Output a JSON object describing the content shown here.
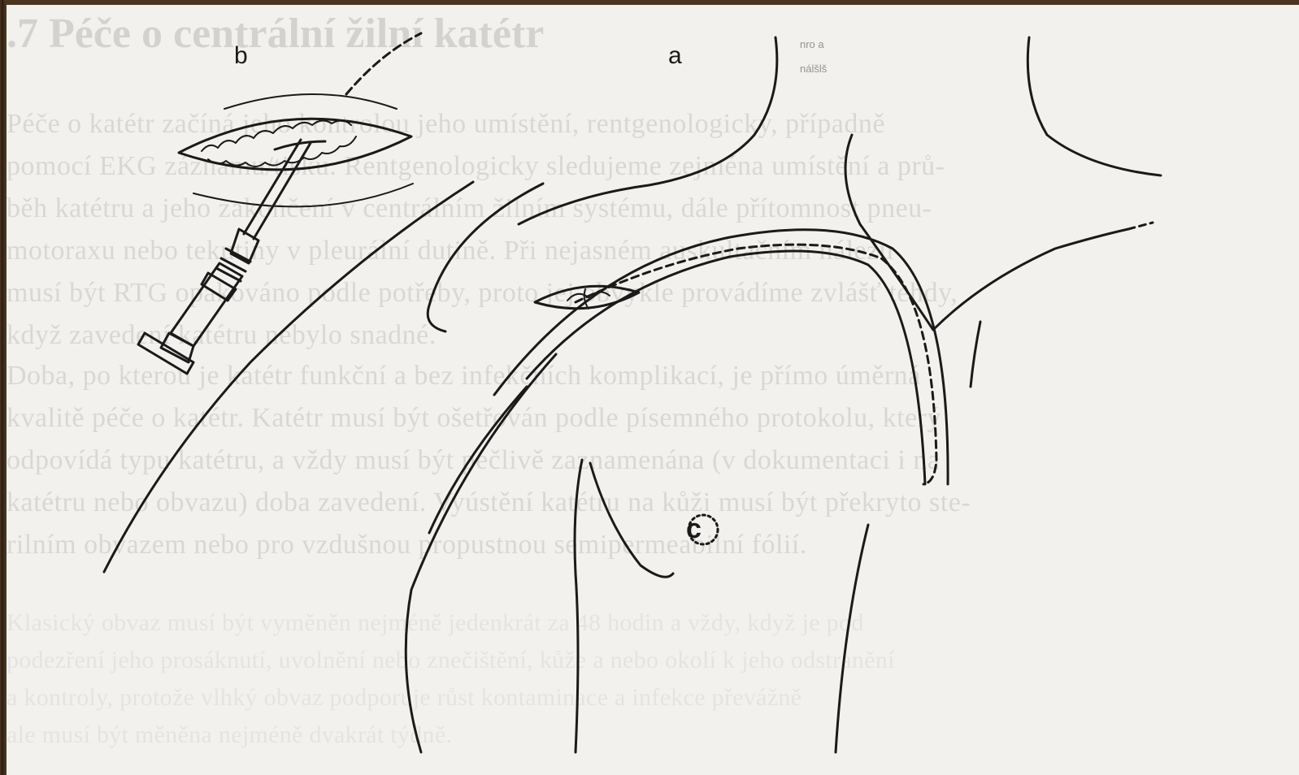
{
  "background_text": {
    "heading": ".7   Péče o centrální žilní katétr",
    "lines": [
      "Péče o katétr začíná jeho kontrolou jeho umístění, rentgenologicky, případně",
      "pomocí EKG záznamu/tisku. Rentgenologicky sledujeme zejména umístění a prů-",
      "běh katétru a jeho zakončení v centrálním žilním systému, dále přítomnost pneu-",
      "motoraxu nebo tekutiny v pleurální dutině. Při nejasném auskultačním nálezu",
      "musí být RTG opakováno podle potřeby, proto jej obvykle provádíme zvlášť tehdy,",
      "když zavedení katétru nebylo snadné.",
      "Doba, po kterou je katétr funkční a bez infekčních komplikací, je přímo úměrná",
      "kvalitě péče o katétr. Katétr musí být ošetřován podle písemného protokolu, který",
      "odpovídá typu katétru, a vždy musí být pečlivě zaznamenána (v dokumentaci i na",
      "katétru nebo obvazu) doba zavedení. Vyústění katétru na kůži musí být překryto ste-",
      "rilním obvazem nebo pro vzdušnou propustnou semipermeabilní fólií."
    ],
    "lines_faint": [
      "Klasický obvaz musí být vyměněn nejméně jedenkrát za 48 hodin a vždy, když je pod",
      "podezření jeho prosáknutí, uvolnění nebo znečištění, kůže a nebo okolí k jeho odstranění",
      "a kontroly, protože vlhký obvaz podporuje růst kontaminace a infekce převážně",
      "ale musí být měněna nejméně dvakrát týdně."
    ]
  },
  "labels": {
    "b": "b",
    "a": "a",
    "c": "c"
  },
  "stamp": {
    "line1": "nro a",
    "line2": "nálšlš"
  },
  "colors": {
    "ink": "#1a1a1a",
    "paper": "#f2f1ee",
    "frame": "#3a2a1a"
  }
}
